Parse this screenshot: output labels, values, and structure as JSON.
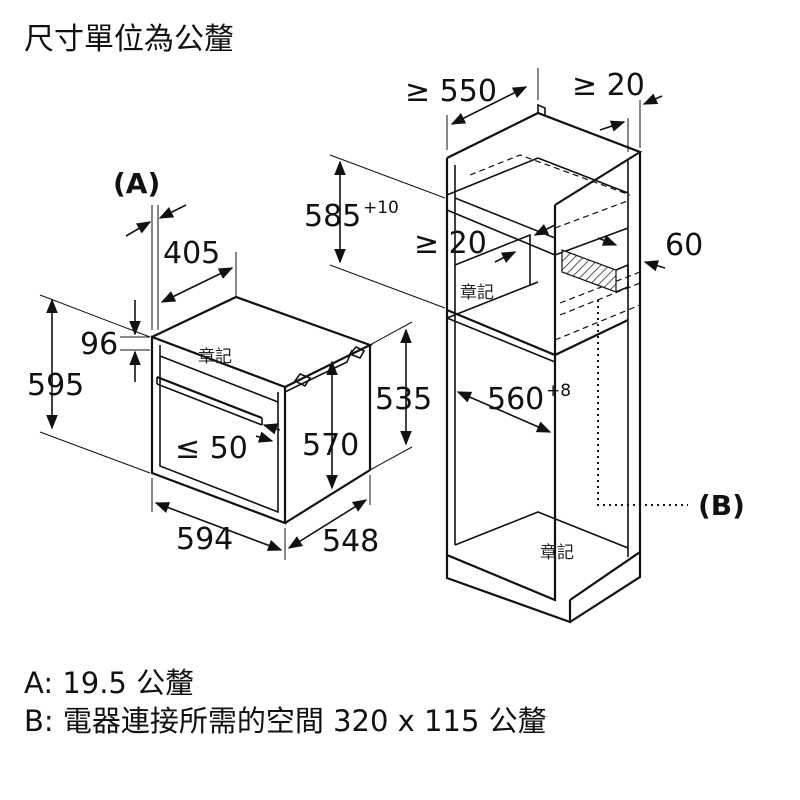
{
  "header": {
    "units_note": "尺寸單位為公釐"
  },
  "oven": {
    "label_a": "(A)",
    "dim_width_front": "594",
    "dim_depth": "548",
    "dim_height": "595",
    "dim_top": "96",
    "dim_side": "405",
    "dim_handle": "≤ 50",
    "dim_inner_depth": "570",
    "dim_inner_height": "535"
  },
  "cabinet": {
    "dim_width_min": "≥ 550",
    "dim_back_gap": "≥ 20",
    "dim_shelf_gap": "≥ 20",
    "dim_vent": "60",
    "dim_niche_height": "585",
    "dim_niche_height_sup": "+10",
    "dim_niche_width": "560",
    "dim_niche_width_sup": "+8",
    "label_b": "(B)"
  },
  "watermarks": [
    "章記",
    "章記",
    "章記"
  ],
  "notes": {
    "a": "A: 19.5 公釐",
    "b": "B: 電器連接所需的空間 320 x 115 公釐"
  }
}
